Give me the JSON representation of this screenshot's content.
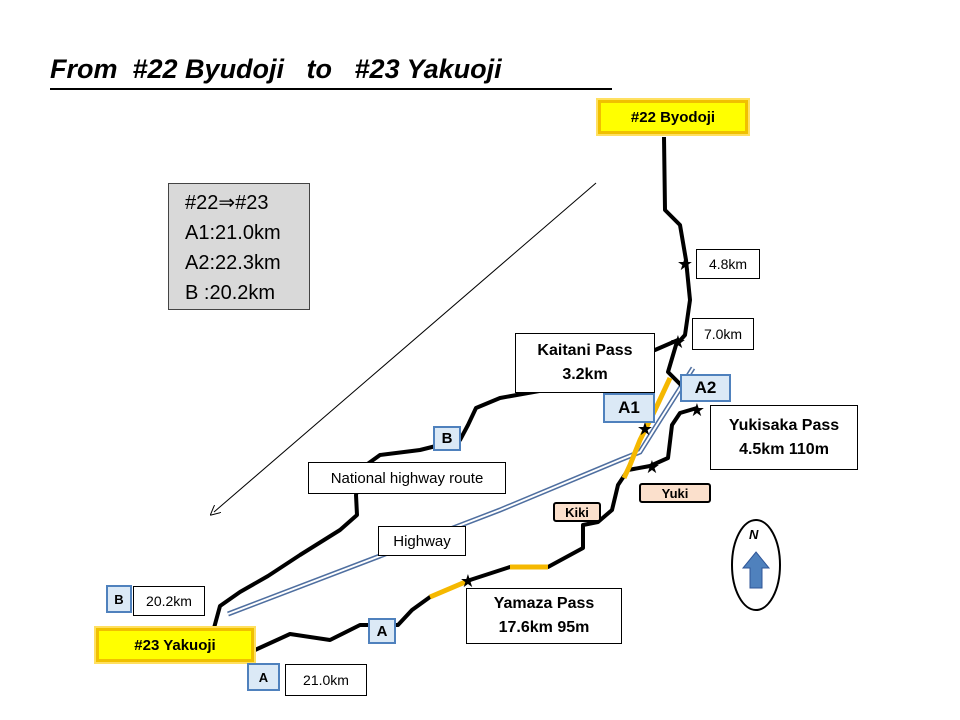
{
  "title": "From  #22 Byudoji   to   #23 Yakuoji  ",
  "temples": {
    "start": "#22  Byodoji",
    "end": "#23  Yakuoji"
  },
  "summary": {
    "header": "#22⇒#23",
    "lines": [
      "A1:21.0km",
      "A2:22.3km",
      "B  :20.2km"
    ]
  },
  "distances": {
    "d1": "4.8km",
    "d2": "7.0km",
    "b": "20.2km",
    "a": "21.0km"
  },
  "passes": {
    "kaitani": {
      "name": "Kaitani Pass",
      "detail": "3.2km"
    },
    "yukisaka": {
      "name": "Yukisaka Pass",
      "detail": "4.5km   110m"
    },
    "yamaza": {
      "name": "Yamaza Pass",
      "detail": "17.6km   95m"
    }
  },
  "routes": {
    "a1": "A1",
    "a2": "A2",
    "b": "B",
    "a": "A",
    "b_small": "B",
    "a_small": "A"
  },
  "places": {
    "kiki": "Kiki",
    "yuki": "Yuki"
  },
  "labels": {
    "national": "National highway route",
    "highway": "Highway"
  },
  "compass": {
    "north": "N"
  },
  "colors": {
    "road": "#000000",
    "pass": "#f5b800",
    "highway": "#4f6fa0",
    "temple": "#ffff00"
  }
}
